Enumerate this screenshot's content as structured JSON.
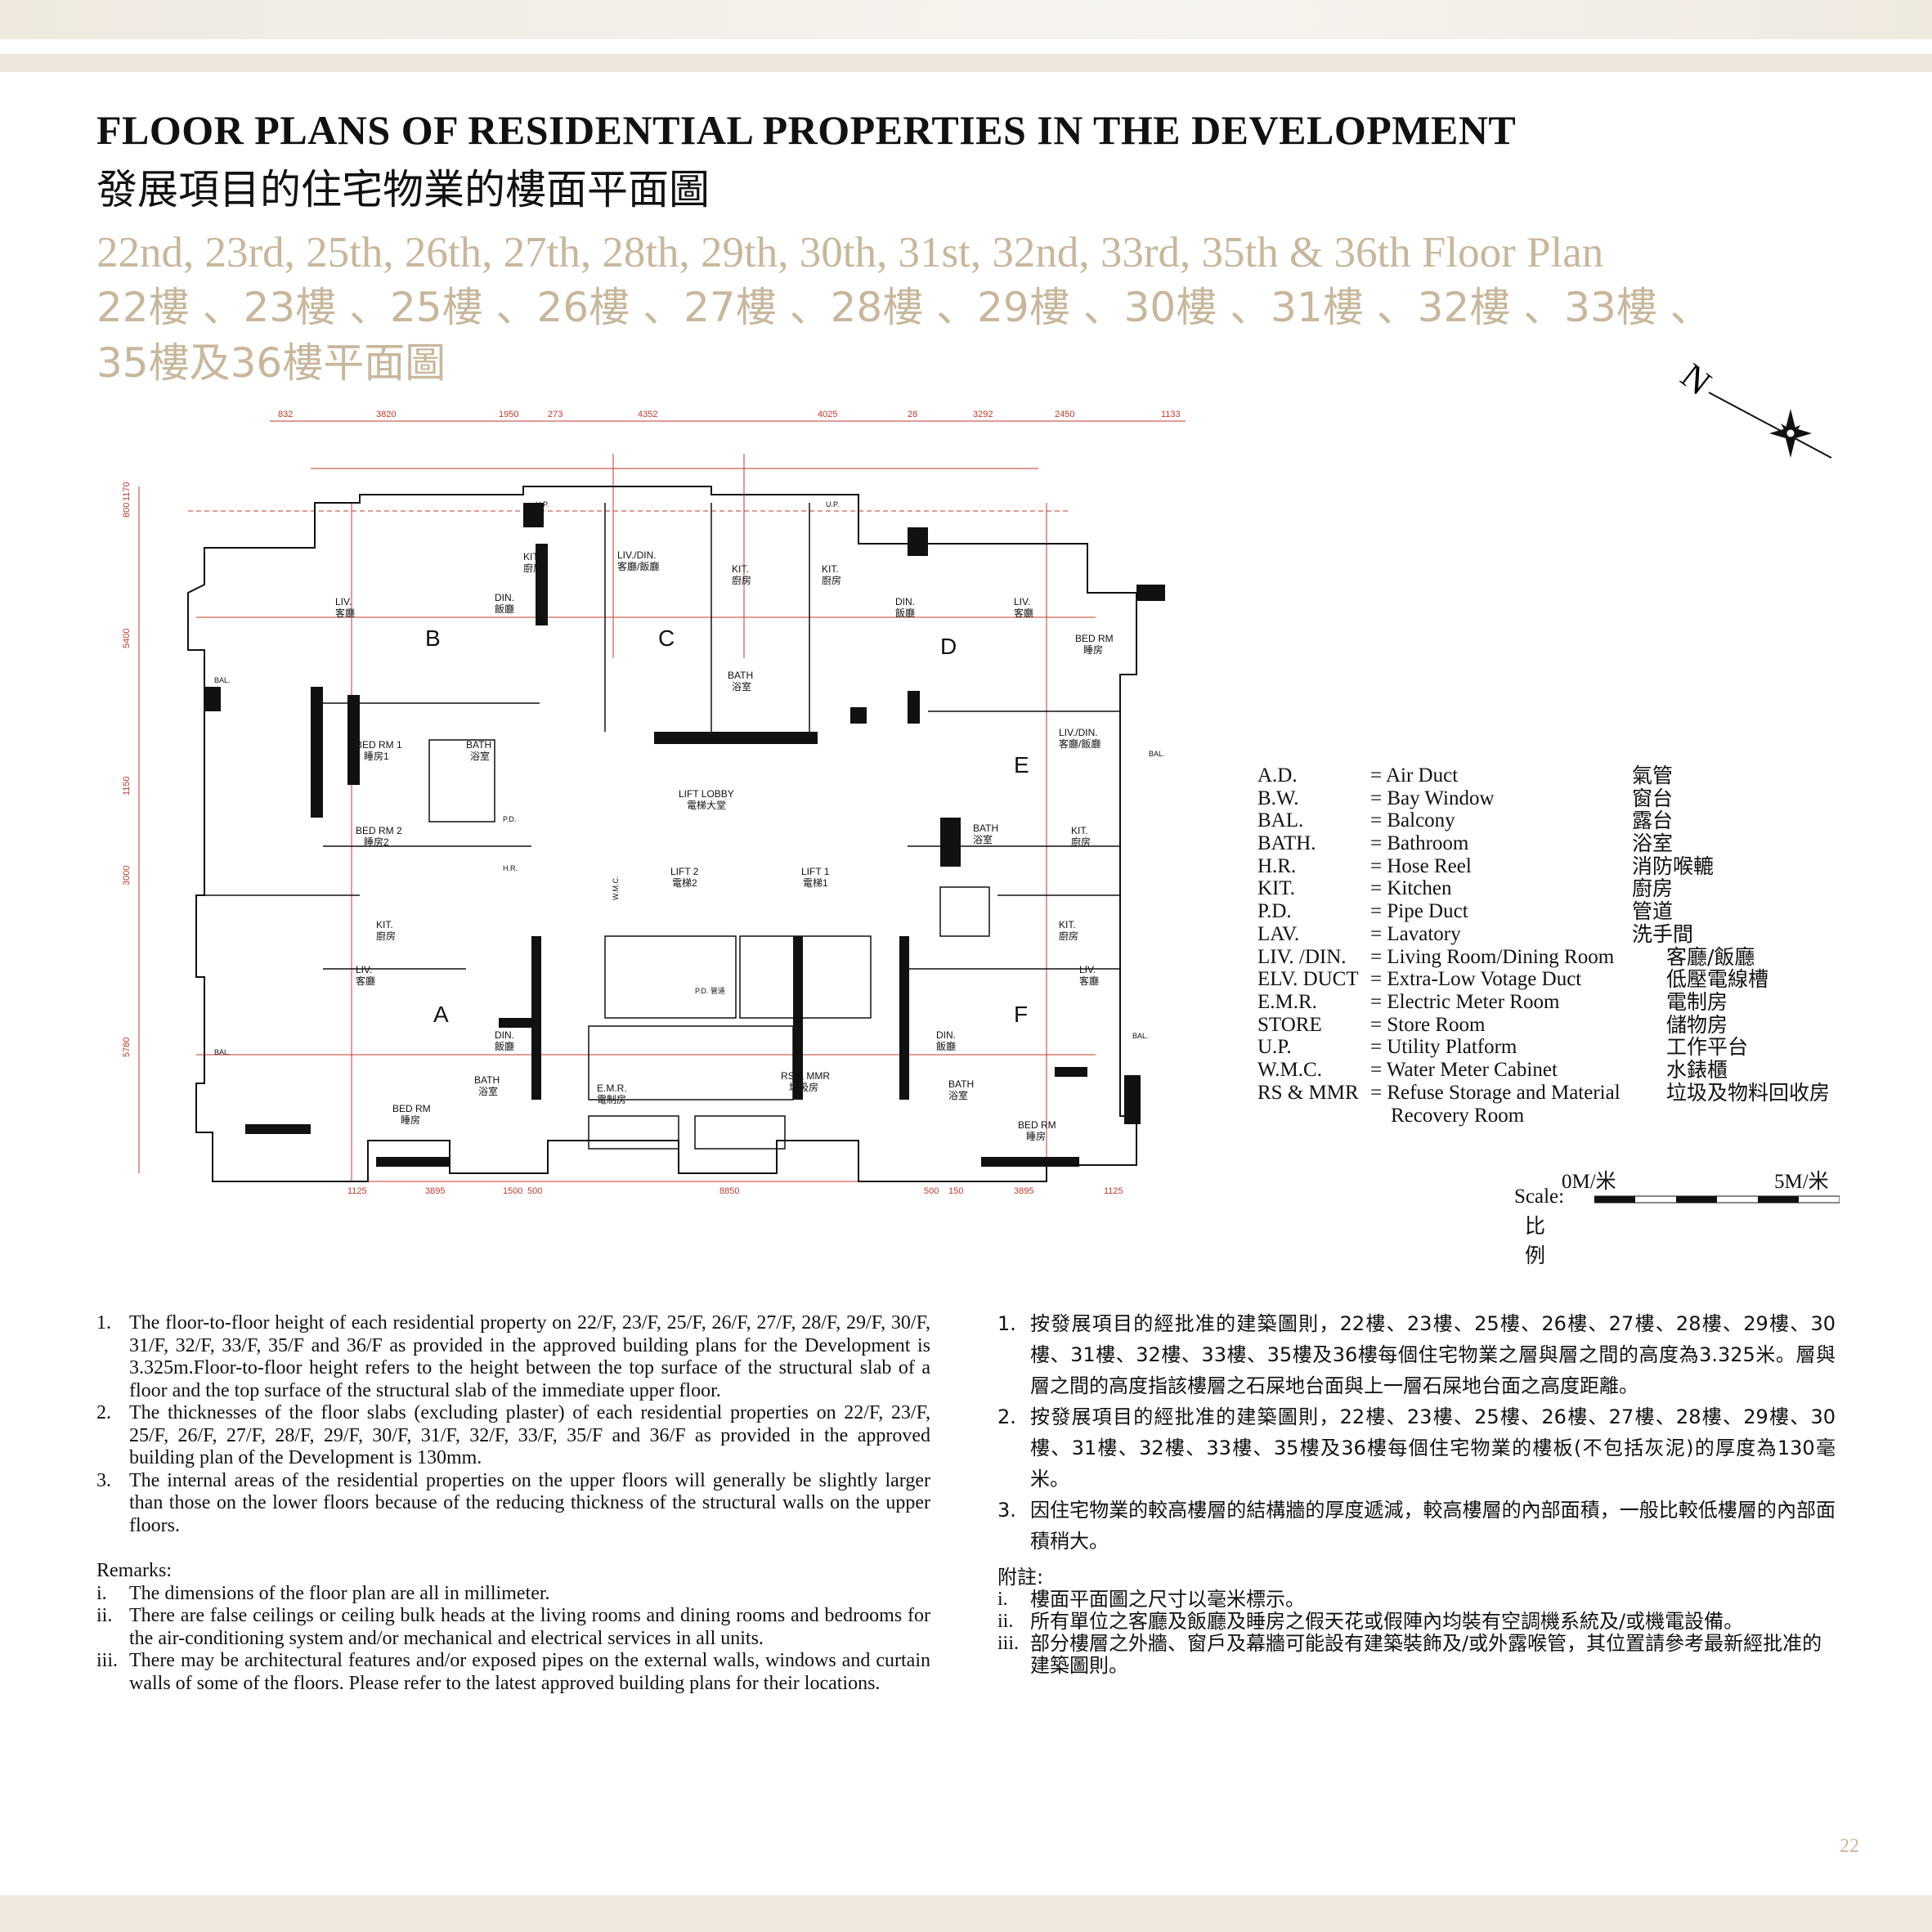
{
  "header": {
    "title_en": "FLOOR PLANS OF RESIDENTIAL PROPERTIES IN THE DEVELOPMENT",
    "title_zh": "發展項目的住宅物業的樓面平面圖",
    "subtitle_en": "22nd, 23rd, 25th, 26th, 27th, 28th, 29th, 30th, 31st, 32nd, 33rd, 35th & 36th Floor Plan",
    "subtitle_zh_line1": "22樓 、23樓 、25樓 、26樓 、27樓 、28樓 、29樓 、30樓 、31樓 、32樓 、33樓 、",
    "subtitle_zh_line2": "35樓及36樓平面圖"
  },
  "north_label": "N",
  "plan": {
    "units": [
      "A",
      "B",
      "C",
      "D",
      "E",
      "F"
    ],
    "core": {
      "lift_lobby_en": "LIFT LOBBY",
      "lift_lobby_zh": "電梯大堂",
      "lift1_en": "LIFT 1",
      "lift1_zh": "電梯1",
      "lift2_en": "LIFT 2",
      "lift2_zh": "電梯2",
      "rs_mmr_en": "RS & MMR",
      "rs_mmr_zh": "垃圾房",
      "emr_en": "E.M.R.",
      "emr_zh": "電制房",
      "wmc": "W.M.C.",
      "pd": "P.D. 管道"
    },
    "rooms": {
      "liv": "LIV.",
      "liv_zh": "客廳",
      "din": "DIN.",
      "din_zh": "飯廳",
      "livdin": "LIV./DIN.",
      "livdin_zh": "客廳/飯廳",
      "kit": "KIT.",
      "kit_zh": "廚房",
      "bath": "BATH",
      "bath_zh": "浴室",
      "bedrm": "BED RM",
      "bedrm_zh": "睡房",
      "bedrm1": "BED RM 1",
      "bedrm1_zh": "睡房1",
      "bedrm2": "BED RM 2",
      "bedrm2_zh": "睡房2",
      "bal": "BAL.",
      "up": "U.P.",
      "pd": "P.D.",
      "hr": "H.R."
    },
    "top_dims": [
      "832",
      "3820",
      "1950",
      "273",
      "4352",
      "4025",
      "28",
      "3292",
      "2450",
      "1133"
    ],
    "bottom_dims": [
      "1125",
      "3895",
      "1500",
      "500",
      "8850",
      "500",
      "150",
      "3895",
      "1125"
    ],
    "left_dims": [
      "1170",
      "800",
      "5400",
      "1150",
      "3000",
      "5780"
    ]
  },
  "legend": [
    {
      "abbr": "A.D.",
      "en": "= Air Duct",
      "zh": "氣管"
    },
    {
      "abbr": "B.W.",
      "en": "= Bay Window",
      "zh": "窗台"
    },
    {
      "abbr": "BAL.",
      "en": "= Balcony",
      "zh": "露台"
    },
    {
      "abbr": "BATH.",
      "en": "= Bathroom",
      "zh": "浴室"
    },
    {
      "abbr": "H.R.",
      "en": "= Hose Reel",
      "zh": "消防喉轆"
    },
    {
      "abbr": "KIT.",
      "en": "= Kitchen",
      "zh": "廚房"
    },
    {
      "abbr": "P.D.",
      "en": "= Pipe Duct",
      "zh": "管道"
    },
    {
      "abbr": "LAV.",
      "en": "= Lavatory",
      "zh": "洗手間"
    },
    {
      "abbr": "LIV. /DIN.",
      "en": "= Living Room/Dining Room",
      "zh": "客廳/飯廳"
    },
    {
      "abbr": "ELV. DUCT",
      "en": "= Extra-Low Votage Duct",
      "zh": "低壓電線槽"
    },
    {
      "abbr": "E.M.R.",
      "en": "= Electric Meter Room",
      "zh": "電制房"
    },
    {
      "abbr": "STORE",
      "en": "= Store Room",
      "zh": "儲物房"
    },
    {
      "abbr": "U.P.",
      "en": "= Utility Platform",
      "zh": "工作平台"
    },
    {
      "abbr": "W.M.C.",
      "en": "= Water Meter Cabinet",
      "zh": "水錶櫃"
    },
    {
      "abbr": "RS & MMR",
      "en": "= Refuse Storage and Material",
      "en2": "Recovery Room",
      "zh": "垃圾及物料回收房"
    }
  ],
  "scale": {
    "start": "0M/米",
    "end": "5M/米",
    "label_en": "Scale:",
    "label_zh": "比例"
  },
  "notes_en": [
    {
      "num": "1.",
      "text": "The floor-to-floor height of each residential property on 22/F, 23/F, 25/F, 26/F, 27/F, 28/F, 29/F, 30/F, 31/F, 32/F, 33/F, 35/F and 36/F as provided in the approved building plans for the Development is 3.325m.Floor-to-floor height refers to the height between the top surface of the structural slab of a floor and the top surface of the structural slab of the immediate upper floor."
    },
    {
      "num": "2.",
      "text": "The thicknesses of the floor slabs (excluding plaster) of each residential properties on 22/F, 23/F, 25/F, 26/F, 27/F, 28/F, 29/F, 30/F, 31/F, 32/F, 33/F, 35/F and 36/F as provided in the approved building plan of the Development is 130mm."
    },
    {
      "num": "3.",
      "text": "The internal areas of the residential properties on the upper floors will generally be slightly larger than those on the lower floors because of the reducing thickness of the structural walls on the upper floors."
    }
  ],
  "remarks_en_title": "Remarks:",
  "remarks_en": [
    {
      "num": "i.",
      "text": "The dimensions of the floor plan are all in millimeter."
    },
    {
      "num": "ii.",
      "text": "There are false ceilings or ceiling bulk heads at the living rooms and dining rooms and bedrooms for the air-conditioning system and/or mechanical and electrical services in all units."
    },
    {
      "num": "iii.",
      "text": "There may be architectural features and/or exposed pipes on the external walls, windows and curtain walls of some of the floors. Please refer to the latest approved building plans for their locations."
    }
  ],
  "notes_zh": [
    {
      "num": "1.",
      "text": "按發展項目的經批准的建築圖則，22樓、23樓、25樓、26樓、27樓、28樓、29樓、30樓、31樓、32樓、33樓、35樓及36樓每個住宅物業之層與層之間的高度為3.325米。層與層之間的高度指該樓層之石屎地台面與上一層石屎地台面之高度距離。"
    },
    {
      "num": "2.",
      "text": "按發展項目的經批准的建築圖則，22樓、23樓、25樓、26樓、27樓、28樓、29樓、30樓、31樓、32樓、33樓、35樓及36樓每個住宅物業的樓板(不包括灰泥)的厚度為130毫米。"
    },
    {
      "num": "3.",
      "text": "因住宅物業的較高樓層的結構牆的厚度遞減，較高樓層的內部面積，一般比較低樓層的內部面積稍大。"
    }
  ],
  "remarks_zh_title": "附註:",
  "remarks_zh": [
    {
      "num": "i.",
      "text": "樓面平面圖之尺寸以毫米標示。"
    },
    {
      "num": "ii.",
      "text": "所有單位之客廳及飯廳及睡房之假天花或假陣內均裝有空調機系統及/或機電設備。"
    },
    {
      "num": "iii.",
      "text": "部分樓層之外牆、窗戶及幕牆可能設有建築裝飾及/或外露喉管，其位置請參考最新經批准的建築圖則。"
    }
  ],
  "page_number": "22"
}
